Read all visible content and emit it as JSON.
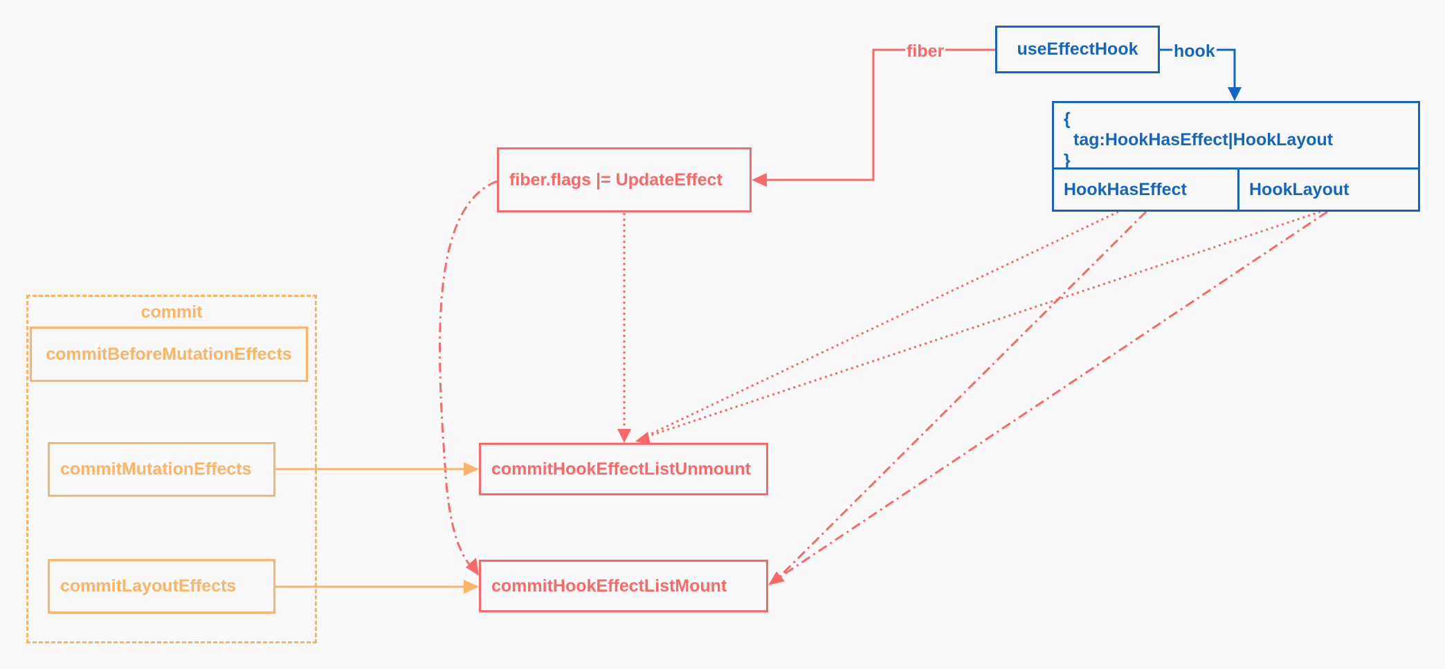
{
  "colors": {
    "red": "#fc6868",
    "orange": "#ffb366",
    "blue": "#1565c0",
    "background": "#f9f9f9"
  },
  "nodes": {
    "use_effect_hook": "useEffectHook",
    "fiber_flags": "fiber.flags |= UpdateEffect",
    "hook_object": {
      "line_open": "{",
      "line_tag": "tag:HookHasEffect|HookLayout",
      "line_close": "}",
      "cell_left": "HookHasEffect",
      "cell_right": "HookLayout"
    },
    "unmount": "commitHookEffectListUnmount",
    "mount": "commitHookEffectListMount"
  },
  "commit_group": {
    "title": "commit",
    "before_mutation": "commitBeforeMutationEffects",
    "mutation": "commitMutationEffects",
    "layout": "commitLayoutEffects"
  },
  "edge_labels": {
    "fiber": "fiber",
    "hook": "hook"
  }
}
